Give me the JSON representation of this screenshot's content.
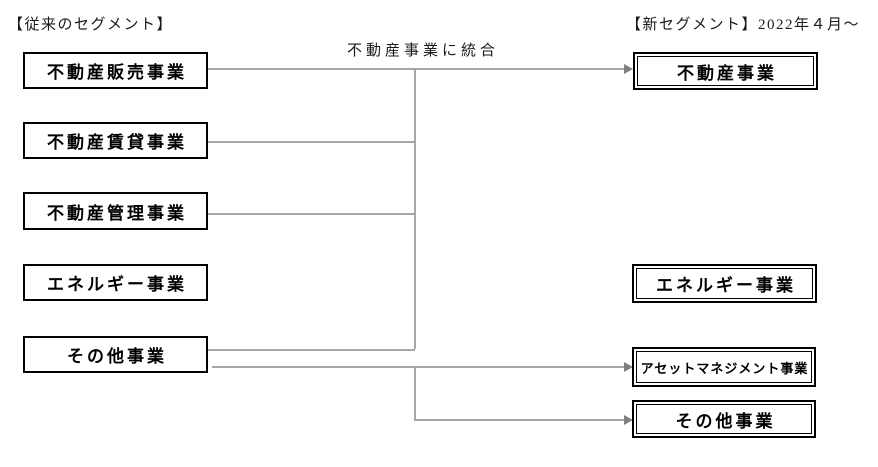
{
  "diagram": {
    "title_left": "【従来のセグメント】",
    "title_right": "【新セグメント】2022年４月～",
    "merge_label": "不動産事業に統合",
    "old_segments": [
      "不動産販売事業",
      "不動産賃貸事業",
      "不動産管理事業",
      "エネルギー事業",
      "その他事業"
    ],
    "new_segments": [
      "不動産事業",
      "エネルギー事業",
      "アセットマネジメント事業",
      "その他事業"
    ],
    "connections": [
      {
        "from": [
          "不動産販売事業",
          "不動産賃貸事業",
          "不動産管理事業",
          "その他事業"
        ],
        "to": "不動産事業",
        "label": "不動産事業に統合"
      },
      {
        "from": [
          "その他事業"
        ],
        "to": "アセットマネジメント事業"
      },
      {
        "from": [
          "その他事業"
        ],
        "to": "その他事業"
      }
    ],
    "colors": {
      "line": "#a6a6a6",
      "arrowhead": "#7f7f7f",
      "box_border": "#000000",
      "text": "#000000",
      "background": "#ffffff"
    }
  }
}
